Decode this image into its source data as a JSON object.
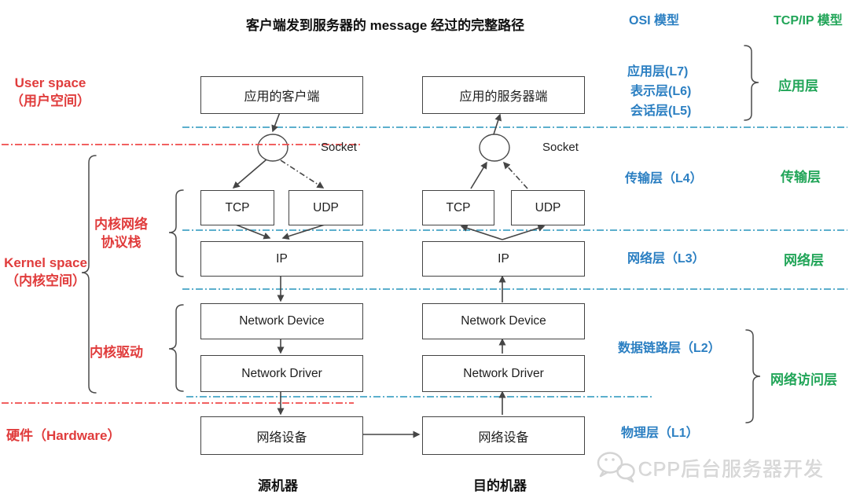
{
  "title": "客户端发到服务器的 message 经过的完整路径",
  "model_headers": {
    "osi": "OSI 模型",
    "tcpip": "TCP/IP 模型"
  },
  "left_annotations": {
    "user_space_line1": "User space",
    "user_space_line2": "（用户空间）",
    "kernel_space_line1": "Kernel space",
    "kernel_space_line2": "（内核空间）",
    "kernel_stack_line1": "内核网络",
    "kernel_stack_line2": "协议栈",
    "kernel_driver": "内核驱动",
    "hardware": "硬件（Hardware）"
  },
  "source_machine": {
    "app": "应用的客户端",
    "socket": "Socket",
    "tcp": "TCP",
    "udp": "UDP",
    "ip": "IP",
    "device": "Network Device",
    "driver": "Network Driver",
    "nic": "网络设备",
    "caption": "源机器"
  },
  "dest_machine": {
    "app": "应用的服务器端",
    "socket": "Socket",
    "tcp": "TCP",
    "udp": "UDP",
    "ip": "IP",
    "device": "Network Device",
    "driver": "Network Driver",
    "nic": "网络设备",
    "caption": "目的机器"
  },
  "osi_layers": {
    "l7": "应用层(L7)",
    "l6": "表示层(L6)",
    "l5": "会话层(L5)",
    "l4": "传输层（L4）",
    "l3": "网络层（L3）",
    "l2": "数据链路层（L2）",
    "l1": "物理层（L1）"
  },
  "tcpip_layers": {
    "application": "应用层",
    "transport": "传输层",
    "network": "网络层",
    "network_access": "网络访问层"
  },
  "watermark": "CPP后台服务器开发",
  "colors": {
    "red_text": "#e03c3c",
    "blue_text": "#2b7fc2",
    "green_text": "#21a558",
    "teal_line": "#45a4c6",
    "red_line": "#ef4a4a"
  }
}
